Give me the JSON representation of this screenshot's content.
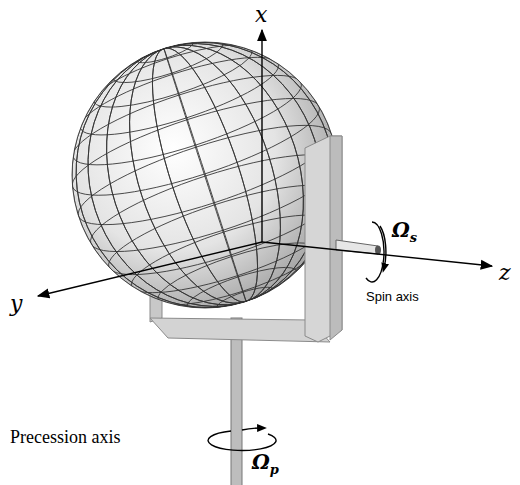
{
  "diagram": {
    "labels": [
      "x",
      "y",
      "z",
      "Ωs",
      "Spin axis",
      "Ωp",
      "Precession axis"
    ]
  }
}
